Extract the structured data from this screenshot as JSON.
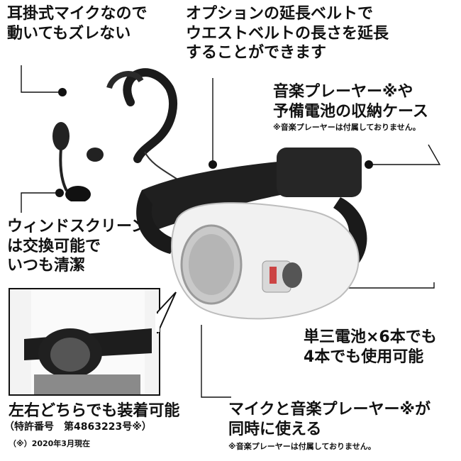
{
  "callouts": {
    "ear_mic": [
      "耳掛式マイクなので",
      "動いてもズレない"
    ],
    "belt_extension": [
      "オプションの延長ベルトで",
      "ウエストベルトの長さを延長",
      "することができます"
    ],
    "storage_case": [
      "音楽プレーヤー※や",
      "予備電池の収納ケース"
    ],
    "storage_note": "※音楽プレーヤーは付属しておりません。",
    "wind_screen": [
      "ウィンドスクリーン",
      "は交換可能で",
      "いつも清潔"
    ],
    "battery": [
      "単三電池×6本でも",
      "4本でも使用可能"
    ],
    "either_side": "左右どちらでも装着可能",
    "patent": "（特許番号　第4863223号※）",
    "patent_note": "（※）2020年3月現在",
    "simultaneous": [
      "マイクと音楽プレーヤー※が",
      "同時に使える"
    ],
    "simultaneous_note": "※音楽プレーヤーは付属しておりません。"
  },
  "colors": {
    "text": "#111111",
    "speaker_body": "#f2f2f2",
    "belt": "#222222"
  }
}
